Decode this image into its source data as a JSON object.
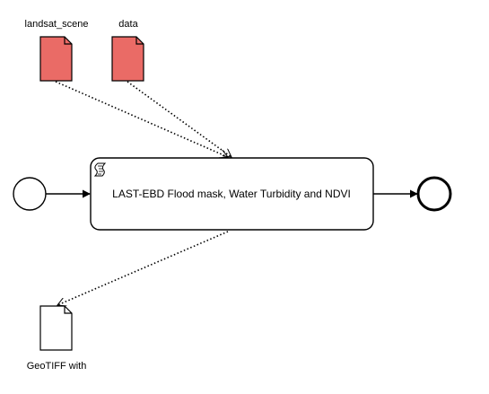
{
  "diagram": {
    "inputs": [
      {
        "label": "landsat_scene"
      },
      {
        "label": "data"
      }
    ],
    "task": {
      "label": "LAST-EBD Flood mask, Water Turbidity and NDVI",
      "marker": "script-icon"
    },
    "output": {
      "label": "GeoTIFF with"
    },
    "colors": {
      "input_fill": "#ea6b66",
      "output_fill": "#ffffff",
      "stroke": "#000000",
      "background": "#ffffff"
    }
  }
}
